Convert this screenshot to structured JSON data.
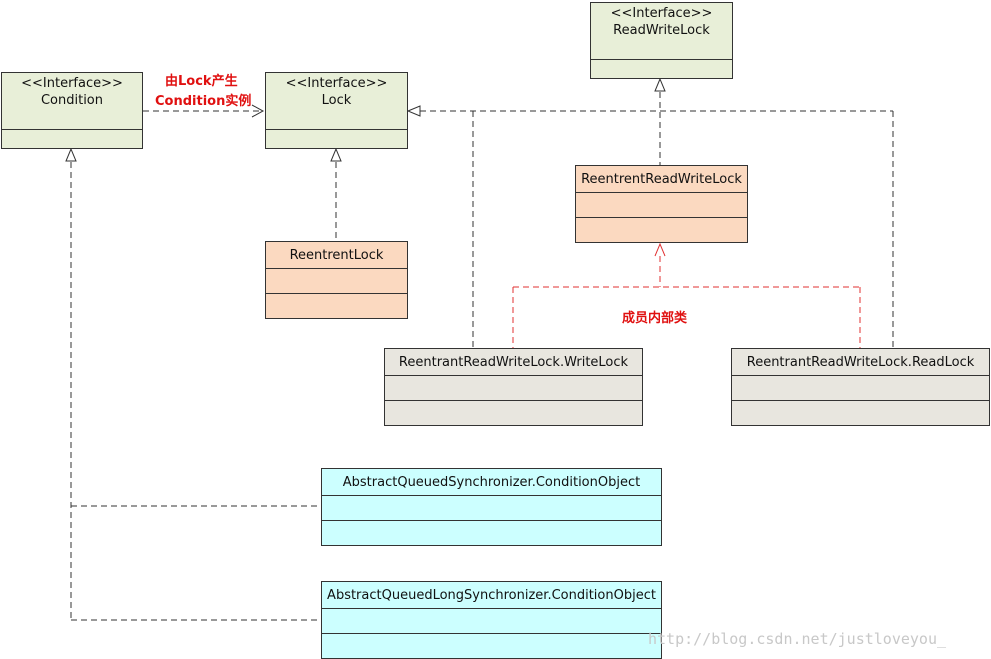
{
  "colors": {
    "interface": "#e8efd8",
    "impl": "#fbd9c0",
    "inner": "#e8e6df",
    "aqs": "#ccffff",
    "note": "#e01010",
    "dashed_red": "#e03030",
    "line": "#333333",
    "watermark": "#c8c8c8"
  },
  "boxes": {
    "condition": {
      "stereotype": "<<Interface>>",
      "name": "Condition"
    },
    "lock": {
      "stereotype": "<<Interface>>",
      "name": "Lock"
    },
    "readwritelock": {
      "stereotype": "<<Interface>>",
      "name": "ReadWriteLock"
    },
    "reentrantlock": {
      "name": "ReentrentLock"
    },
    "reentrantreadwritelock": {
      "name": "ReentrentReadWriteLock"
    },
    "writelock": {
      "name": "ReentrantReadWriteLock.WriteLock"
    },
    "readlock": {
      "name": "ReentrantReadWriteLock.ReadLock"
    },
    "aqs_condition": {
      "name": "AbstractQueuedSynchronizer.ConditionObject"
    },
    "aqls_condition": {
      "name": "AbstractQueuedLongSynchronizer.ConditionObject"
    }
  },
  "notes": {
    "lock_produces_line1": "由Lock产生",
    "lock_produces_line2": "Condition实例",
    "member_inner_class": "成员内部类"
  },
  "watermark": "http://blog.csdn.net/justloveyou_"
}
